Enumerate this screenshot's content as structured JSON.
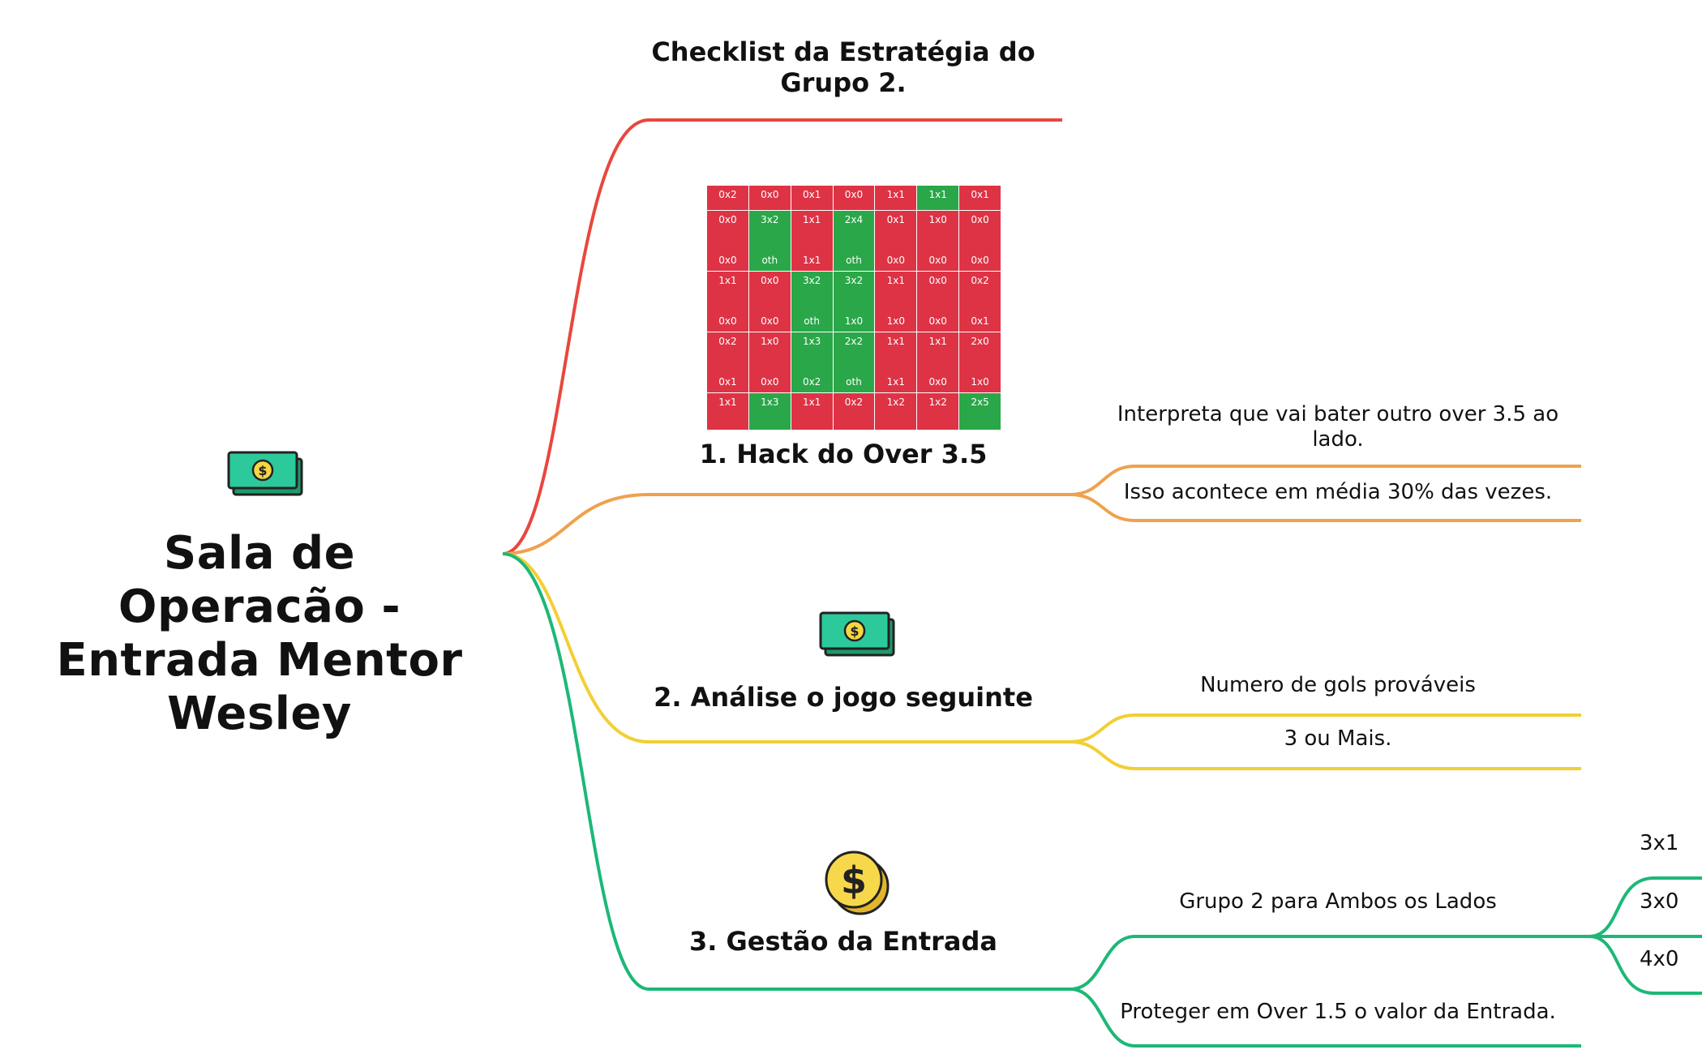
{
  "root": {
    "line1": "Sala de Operacão -",
    "line2": "Entrada Mentor",
    "line3": "Wesley",
    "icon": "money-banknote-icon"
  },
  "colors": {
    "red": "#e8473d",
    "orange": "#eea24e",
    "yellow": "#f2cf33",
    "green": "#1db876",
    "cell_red": "#de3345",
    "cell_green": "#2aa748"
  },
  "topics": [
    {
      "id": "checklist",
      "line1": "Checklist da Estratégia do",
      "line2": "Grupo 2.",
      "color": "red"
    },
    {
      "id": "hack",
      "label": "1. Hack do Over 3.5",
      "color": "orange",
      "children": [
        {
          "line1": "Interpreta que vai bater outro over 3.5 ao",
          "line2": "lado."
        },
        {
          "label": "Isso acontece em média 30% das vezes."
        }
      ]
    },
    {
      "id": "analise",
      "label": "2. Análise o jogo seguinte",
      "color": "yellow",
      "icon": "money-banknote-icon",
      "children": [
        {
          "label": "Numero de gols prováveis"
        },
        {
          "label": "3 ou Mais."
        }
      ]
    },
    {
      "id": "gestao",
      "label": "3. Gestão da Entrada",
      "color": "green",
      "icon": "coin-dollar-icon",
      "children": [
        {
          "label": "Grupo 2 para Ambos os Lados",
          "children": [
            {
              "label": "3x1"
            },
            {
              "label": "3x0"
            },
            {
              "label": "4x0"
            }
          ]
        },
        {
          "label": "Proteger em Over 1.5 o valor da Entrada."
        }
      ]
    }
  ],
  "score_grid": {
    "rows": [
      [
        {
          "c": "r",
          "t": "0x2"
        },
        {
          "c": "r",
          "t": "0x0"
        },
        {
          "c": "r",
          "t": "0x1"
        },
        {
          "c": "r",
          "t": "0x0"
        },
        {
          "c": "r",
          "t": "1x1"
        },
        {
          "c": "g",
          "t": "1x1"
        },
        {
          "c": "r",
          "t": "0x1"
        }
      ],
      [
        {
          "c": "r",
          "t": "0x0",
          "b": "0x0"
        },
        {
          "c": "g",
          "t": "3x2",
          "b": "oth"
        },
        {
          "c": "r",
          "t": "1x1",
          "b": "1x1"
        },
        {
          "c": "g",
          "t": "2x4",
          "b": "oth"
        },
        {
          "c": "r",
          "t": "0x1",
          "b": "0x0"
        },
        {
          "c": "r",
          "t": "1x0",
          "b": "0x0"
        },
        {
          "c": "r",
          "t": "0x0",
          "b": "0x0"
        }
      ],
      [
        {
          "c": "r",
          "t": "1x1",
          "b": "0x0"
        },
        {
          "c": "r",
          "t": "0x0",
          "b": "0x0"
        },
        {
          "c": "g",
          "t": "3x2",
          "b": "oth"
        },
        {
          "c": "g",
          "t": "3x2",
          "b": "1x0"
        },
        {
          "c": "r",
          "t": "1x1",
          "b": "1x0"
        },
        {
          "c": "r",
          "t": "0x0",
          "b": "0x0"
        },
        {
          "c": "r",
          "t": "0x2",
          "b": "0x1"
        }
      ],
      [
        {
          "c": "r",
          "t": "0x2",
          "b": "0x1"
        },
        {
          "c": "r",
          "t": "1x0",
          "b": "0x0"
        },
        {
          "c": "g",
          "t": "1x3",
          "b": "0x2"
        },
        {
          "c": "g",
          "t": "2x2",
          "b": "oth"
        },
        {
          "c": "r",
          "t": "1x1",
          "b": "1x1"
        },
        {
          "c": "r",
          "t": "1x1",
          "b": "0x0"
        },
        {
          "c": "r",
          "t": "2x0",
          "b": "1x0"
        }
      ],
      [
        {
          "c": "r",
          "t": "1x1"
        },
        {
          "c": "g",
          "t": "1x3"
        },
        {
          "c": "r",
          "t": "1x1"
        },
        {
          "c": "r",
          "t": "0x2"
        },
        {
          "c": "r",
          "t": "1x2"
        },
        {
          "c": "r",
          "t": "1x2"
        },
        {
          "c": "g",
          "t": "2x5"
        }
      ]
    ]
  }
}
